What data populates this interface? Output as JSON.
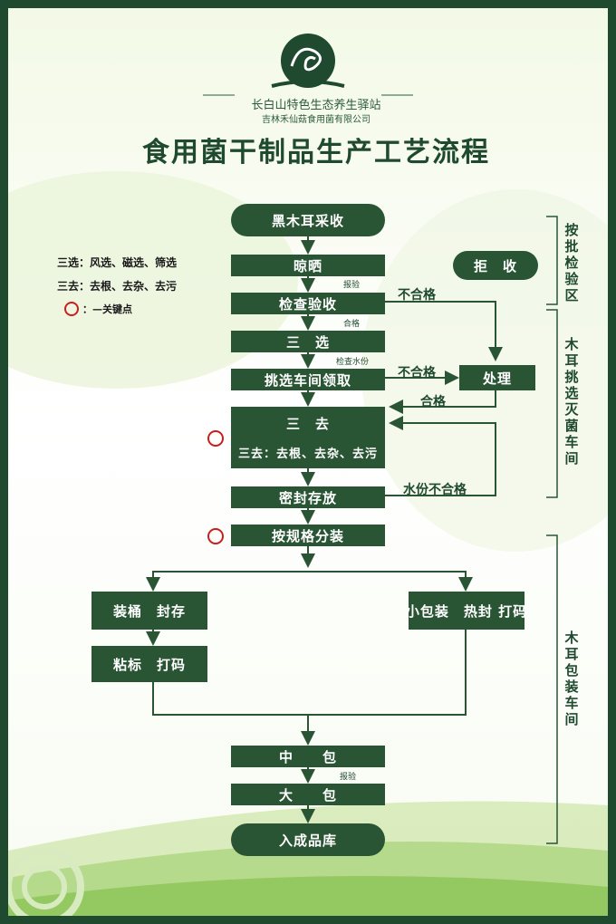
{
  "header": {
    "name": "长白山特色生态养生驿站",
    "company": "吉林禾仙菇食用菌有限公司",
    "title": "食用菌干制品生产工艺流程"
  },
  "legend": {
    "line1": "三选：风选、磁选、筛选",
    "line2": "三去：去根、去杂、去污",
    "key_label": "：—关键点"
  },
  "steps": {
    "harvest": "黑木耳采收",
    "dry": "晾晒",
    "inspect": "检查验收",
    "three_select": "三　选",
    "pick_workshop": "挑选车间领取",
    "three_remove": "三　去",
    "three_remove_detail": "三去：去根、去杂、去污",
    "seal_store": "密封存放",
    "pack_spec": "按规格分装",
    "barrel": "装桶　封存",
    "label_code": "粘标　打码",
    "small_pack": "小包装　热封 打码",
    "mid_pack": "中　　包",
    "big_pack": "大　　包",
    "warehouse": "入成品库",
    "reject": "拒　收",
    "handle": "处理"
  },
  "annotations": {
    "report_check": "报验",
    "qualified_small": "合格",
    "moisture_check": "检查水份",
    "report_check2": "报验",
    "unqualified1": "不合格",
    "unqualified2": "不合格",
    "qualified": "合格",
    "moisture_fail": "水份不合格"
  },
  "sections": {
    "batch_inspect": "按批检验区",
    "sorting_workshop": "木耳挑选灭菌车间",
    "packing_workshop": "木耳包装车间"
  },
  "colors": {
    "box": "#2a5535",
    "frame": "#1f4a2f",
    "key": "#c81e1e"
  }
}
